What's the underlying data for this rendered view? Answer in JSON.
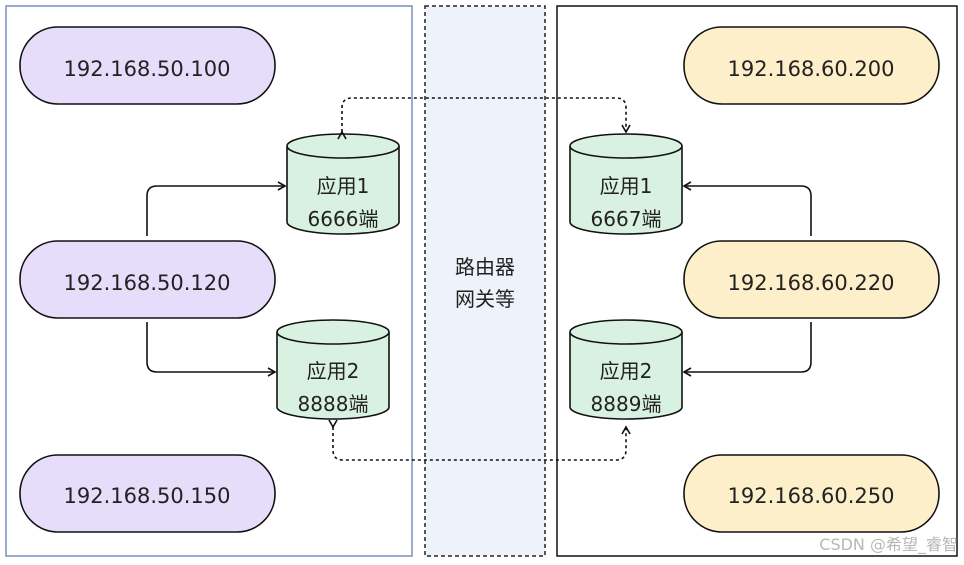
{
  "left": {
    "hosts": [
      "192.168.50.100",
      "192.168.50.120",
      "192.168.50.150"
    ],
    "apps": [
      {
        "name": "应用1",
        "port": "6666端"
      },
      {
        "name": "应用2",
        "port": "8888端"
      }
    ]
  },
  "middle": {
    "line1": "路由器",
    "line2": "网关等"
  },
  "right": {
    "hosts": [
      "192.168.60.200",
      "192.168.60.220",
      "192.168.60.250"
    ],
    "apps": [
      {
        "name": "应用1",
        "port": "6667端"
      },
      {
        "name": "应用2",
        "port": "8889端"
      }
    ]
  },
  "watermark": "CSDN @希望_睿智",
  "colors": {
    "left_host_fill": "#e6ddfa",
    "right_host_fill": "#fdefc9",
    "app_fill": "#d9f1e1",
    "router_fill": "#eef3fb",
    "left_border": "#7a8fbf"
  }
}
